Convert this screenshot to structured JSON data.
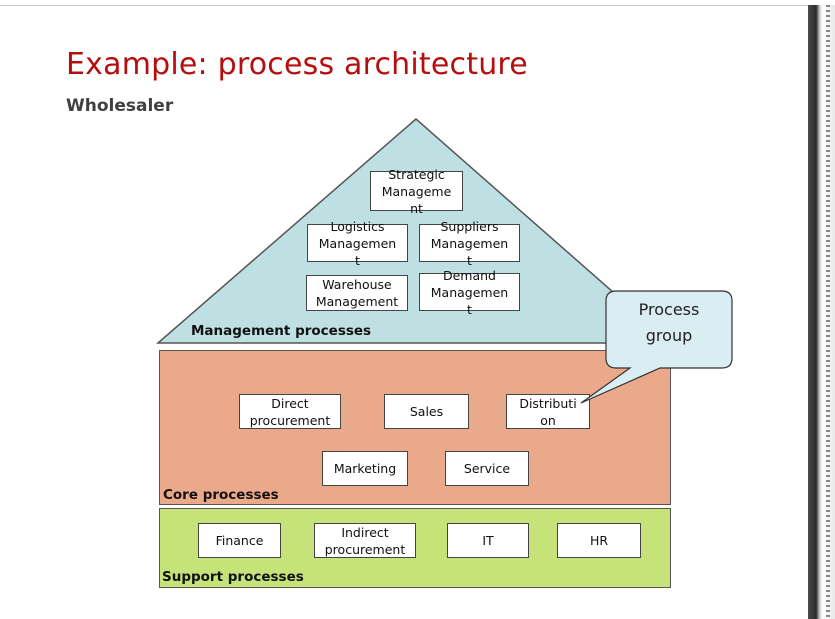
{
  "slide": {
    "title": "Example: process architecture",
    "subtitle": "Wholesaler"
  },
  "management": {
    "label": "Management processes",
    "color": "#bfe0e3",
    "items": [
      "Strategic\nManageme\nnt",
      "Logistics\nManagemen\nt",
      "Suppliers\nManagemen\nt",
      "Warehouse\nManagement",
      "Demand\nManagemen\nt"
    ]
  },
  "core": {
    "label": "Core processes",
    "color": "#eaa98a",
    "items": [
      "Direct\nprocurement",
      "Sales",
      "Distributi\non",
      "Marketing",
      "Service"
    ]
  },
  "support": {
    "label": "Support processes",
    "color": "#c6e37a",
    "items": [
      "Finance",
      "Indirect\nprocurement",
      "IT",
      "HR"
    ]
  },
  "callout": {
    "text": "Process\ngroup"
  }
}
